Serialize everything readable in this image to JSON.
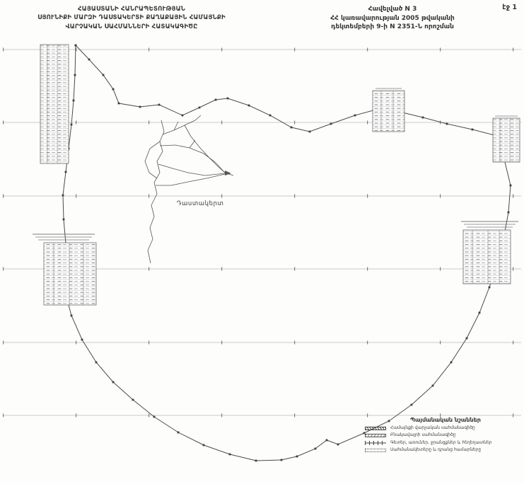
{
  "page": {
    "number_label": "էջ 1"
  },
  "header": {
    "left": {
      "line1": "ՀԱՅԱՍՏԱՆԻ ՀԱՆՐԱՊԵՏՈՒԹՅԱՆ",
      "line2": "ՍՅՈՒՆԻՔԻ ՄԱՐԶԻ ԴԱՍՏԱԿԵՐՏԻ ՔԱՂԱՔԱՅԻՆ ՀԱՄԱՅՆՔԻ",
      "line3": "ՎԱՐՉԱԿԱՆ ՍԱՀՄԱՆՆԵՐԻ ՀԱՏԱԿԱԳԻԾԸ"
    },
    "right": {
      "line1": "Հավելված N 3",
      "line2": "ՀՀ կառավարության 2005 թվականի",
      "line3": "դեկտեմբերի 9-ի N 2351-Ն որոշման"
    }
  },
  "map": {
    "settlement_label": "Դաստակերտ"
  },
  "legend": {
    "title": "Պայմանական նշաններ",
    "items": [
      {
        "symbol": "hatched-bar",
        "label": "Համայնքի վարչական սահմանագիծը"
      },
      {
        "symbol": "hatched-bar-light",
        "label": "Բնակավայրի սահմանագիծը"
      },
      {
        "symbol": "tick-line",
        "label": "Գետեր, առուներ, ջրանցքներ և հեղեղատներ"
      },
      {
        "symbol": "dotted-box",
        "label": "Սահմանակետերը և դրանց համարները"
      }
    ]
  },
  "colors": {
    "ink": "#3d3d3d",
    "grid": "#9a9a9a",
    "paper": "#fdfdfb"
  }
}
